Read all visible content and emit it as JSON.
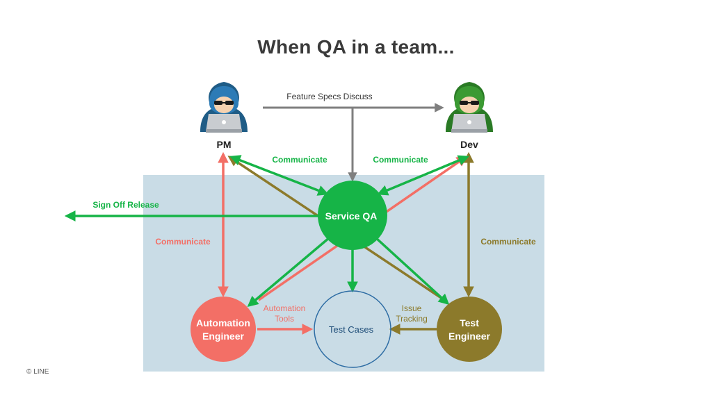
{
  "title": "When QA in a team...",
  "copyright": "© LINE",
  "colors": {
    "green": "#16b447",
    "salmon": "#f36f66",
    "olive": "#8c7a2b",
    "gray": "#7f7f7f",
    "blue_panel": "#c9dce6",
    "test_cases_border": "#2e6da4"
  },
  "icons": {
    "pm": "hooded-person-laptop-blue-icon",
    "dev": "hooded-person-laptop-green-icon"
  },
  "nodes": {
    "pm": "PM",
    "dev": "Dev",
    "service_qa": "Service QA",
    "automation_engineer": [
      "Automation",
      "Engineer"
    ],
    "test_cases": "Test Cases",
    "test_engineer": [
      "Test",
      "Engineer"
    ]
  },
  "edge_labels": {
    "feature_specs": "Feature Specs Discuss",
    "communicate_pm_qa": "Communicate",
    "communicate_dev_qa": "Communicate",
    "sign_off": "Sign Off Release",
    "communicate_pm_auto": "Communicate",
    "communicate_dev_test": "Communicate",
    "automation_tools": [
      "Automation",
      "Tools"
    ],
    "issue_tracking": [
      "Issue",
      "Tracking"
    ]
  }
}
